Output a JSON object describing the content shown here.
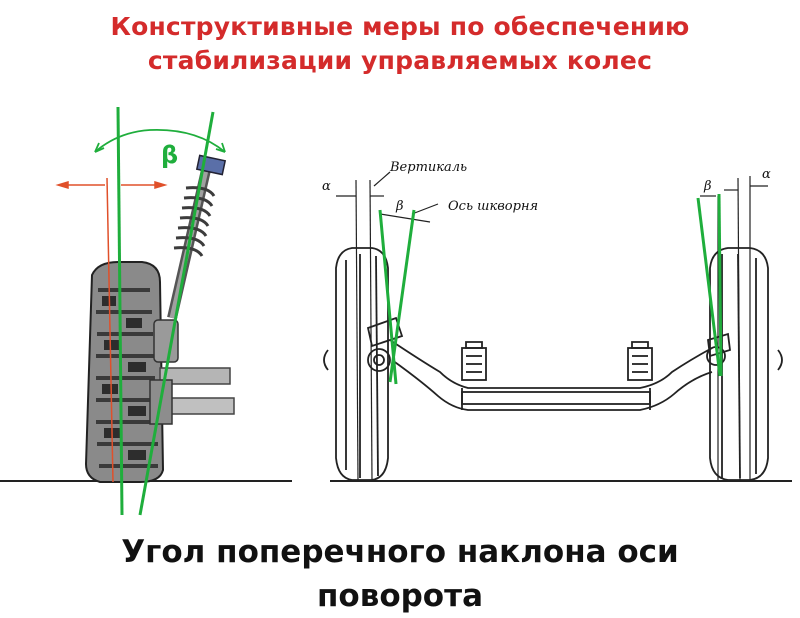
{
  "title": {
    "line1": "Конструктивные меры по обеспечению",
    "line2": "стабилизации управляемых колес"
  },
  "caption": {
    "line1": "Угол поперечного наклона оси",
    "line2": "поворота"
  },
  "left_figure": {
    "angle_label": "β"
  },
  "right_figure": {
    "vertical_label": "Вертикаль",
    "kingpin_label": "Ось  шкворня",
    "alpha_left": "α",
    "beta_left": "β",
    "beta_right": "β",
    "alpha_right": "α"
  },
  "colors": {
    "title": "#d42b2b",
    "axis_lines": "#1fae3c",
    "dimension_lines": "#e0502a"
  }
}
